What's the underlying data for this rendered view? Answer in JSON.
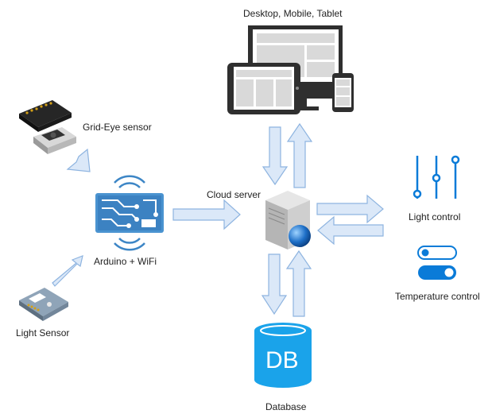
{
  "labels": {
    "devices": "Desktop, Mobile, Tablet",
    "grid_eye": "Grid-Eye sensor",
    "arduino": "Arduino + WiFi",
    "light_sensor": "Light Sensor",
    "cloud_server": "Cloud server",
    "light_control": "Light control",
    "temperature_control": "Temperature control",
    "database": "Database",
    "db_text": "DB"
  },
  "colors": {
    "arrow_fill": "#dbe8f8",
    "arrow_stroke": "#8eb4e0",
    "accent_blue": "#0a7bd8",
    "db_blue": "#1aa3ea",
    "device_dark": "#333333",
    "circuit_blue": "#3d86c6"
  },
  "icons": [
    "devices-icon",
    "grid-eye-sensor-icon",
    "arduino-wifi-icon",
    "light-sensor-icon",
    "cloud-server-icon",
    "sliders-icon",
    "toggle-switch-icon",
    "database-icon"
  ],
  "toggles": [
    {
      "state": "off"
    },
    {
      "state": "on"
    }
  ]
}
